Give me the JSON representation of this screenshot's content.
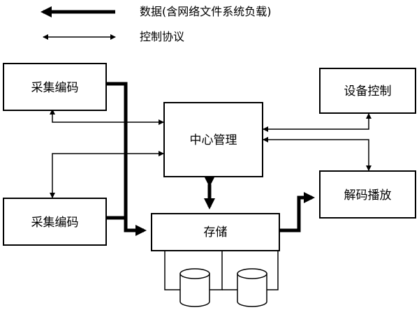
{
  "legend": {
    "data_label": "数据(含网络文件系统负载)",
    "control_label": "控制协议"
  },
  "nodes": {
    "capture_top": "采集编码",
    "capture_bottom": "采集编码",
    "central": "中心管理",
    "device_control": "设备控制",
    "decode_play": "解码播放",
    "storage": "存储"
  },
  "colors": {
    "stroke": "#000000",
    "background": "#ffffff"
  }
}
